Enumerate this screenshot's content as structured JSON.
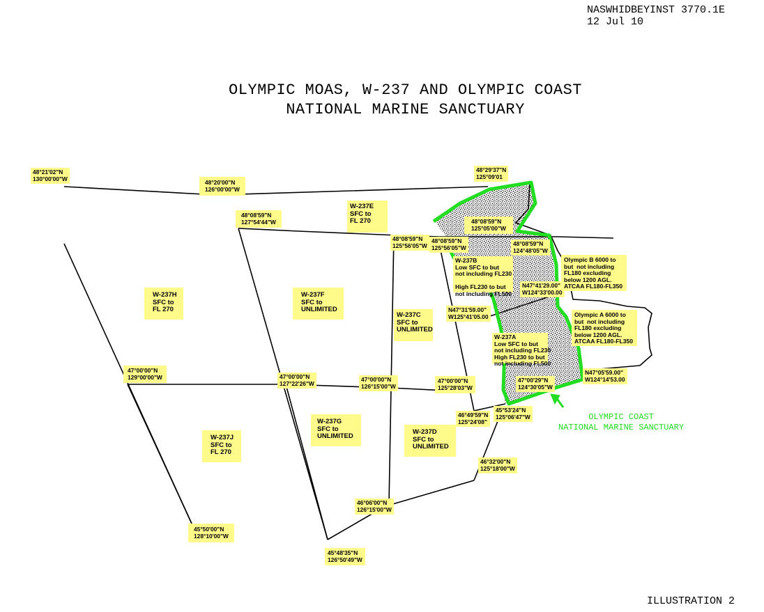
{
  "header": {
    "doc_number": "NASWHIDBEYINST 3770.1E",
    "date": "12 Jul 10"
  },
  "title": {
    "line1": "OLYMPIC MOAS, W-237 AND OLYMPIC COAST",
    "line2": "NATIONAL MARINE SANCTUARY"
  },
  "footer": {
    "illustration": "ILLUSTRATION 2"
  },
  "sanctuary_label": {
    "line1": "OLYMPIC COAST",
    "line2": "NATIONAL MARINE SANCTUARY",
    "color": "#22dd22"
  },
  "colors": {
    "label_fill": "#fffb8a",
    "sanctuary_boundary": "#22dd22",
    "boundary_line": "#000000"
  },
  "coordinates": [
    {
      "id": "c1",
      "text": "48°21'02\"N\n130°00'00\"W"
    },
    {
      "id": "c2",
      "text": "48°20'00\"N\n126°00'00\"W"
    },
    {
      "id": "c3",
      "text": "48°29'37\"N\n125°09'01"
    },
    {
      "id": "c4",
      "text": "48°08'59\"N\n127°54'44\"W"
    },
    {
      "id": "c5",
      "text": "48°08'59\"N\n125°56'05\"W"
    },
    {
      "id": "c6",
      "text": "48°08'59\"N\n125°56'05\"W"
    },
    {
      "id": "c7",
      "text": "48°08'59\"N\n125°05'00\"W"
    },
    {
      "id": "c8",
      "text": "48°08'59\"N\n124°48'05\"W"
    },
    {
      "id": "c9",
      "text": "N47°41'29.00\"\nW124°33'00.00"
    },
    {
      "id": "c10",
      "text": "N47°31'59.00\"\nW125°41'05.00"
    },
    {
      "id": "c11",
      "text": "47°00'00\"N\n129°00'00\"W"
    },
    {
      "id": "c12",
      "text": "47°00'00\"N\n127°22'26\"W"
    },
    {
      "id": "c13",
      "text": "47°00'00\"N\n126°15'00\"W"
    },
    {
      "id": "c14",
      "text": "47°00'00\"N\n125°28'03\"W"
    },
    {
      "id": "c15",
      "text": "47°00'29\"N\n124°30'05\"W"
    },
    {
      "id": "c16",
      "text": "N47°05'59.00\"\nW124°14'53.00"
    },
    {
      "id": "c17",
      "text": "45°53'24\"N\n125°06'47\"W"
    },
    {
      "id": "c18",
      "text": "46°49'59\"N\n125°24'08\""
    },
    {
      "id": "c19",
      "text": "46°32'00\"N\n125°18'00\"W"
    },
    {
      "id": "c20",
      "text": "46°06'00\"N\n126°15'00\"W"
    },
    {
      "id": "c21",
      "text": "45°50'00\"N\n128°10'00\"W"
    },
    {
      "id": "c22",
      "text": "45°48'35\"N\n126°50'49\"W"
    }
  ],
  "areas": [
    {
      "id": "w237e",
      "text": "W-237E\nSFC to\nFL 270"
    },
    {
      "id": "w237h",
      "text": "W-237H\nSFC to\nFL 270"
    },
    {
      "id": "w237f",
      "text": "W-237F\nSFC to\nUNLIMITED"
    },
    {
      "id": "w237c",
      "text": "W-237C\nSFC to\nUNLIMITED"
    },
    {
      "id": "w237g",
      "text": "W-237G\nSFC to\nUNLIMITED"
    },
    {
      "id": "w237d",
      "text": "W-237D\nSFC to\nUNLIMITED"
    },
    {
      "id": "w237j",
      "text": "W-237J\nSFC to\nFL 270"
    }
  ],
  "notes": [
    {
      "id": "w237b",
      "text": "W-237B\nLow SFC to but\nnot including FL230\n\nHigh FL230 to but\nnot including FL500"
    },
    {
      "id": "w237a",
      "text": "W-237A\nLow SFC to but\nnot including FL230\nHigh FL230 to but\nnot including FL500"
    },
    {
      "id": "olympic-b",
      "text": "Olympic B 6000 to\nbut  not including\nFL180 excluding\nbelow 1200 AGL.\nATCAA FL180-FL350"
    },
    {
      "id": "olympic-a",
      "text": "Olympic A 6000 to\nbut  not including\nFL180 excluding\nbelow 1200 AGL.\nATCAA FL180-FL350"
    }
  ]
}
